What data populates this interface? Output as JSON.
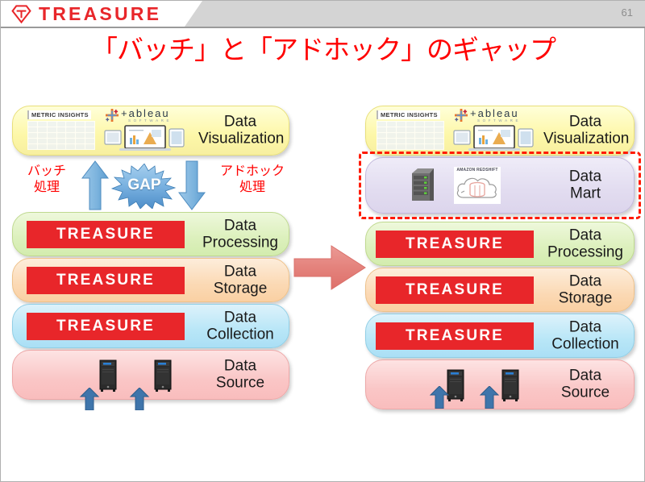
{
  "header": {
    "brand_name": "TREASURE",
    "brand_icon": "treasure-diamond-logo",
    "page_number": "61",
    "brand_color": "#e8262a",
    "band_color": "#d4d4d4"
  },
  "title": {
    "text": "「バッチ」と「アドホック」のギャップ",
    "color": "#ff0000"
  },
  "left_diagram": {
    "caption": "batch vs ad-hoc gap architecture",
    "layers": [
      {
        "id": "visualization",
        "label": "Data\nVisualization",
        "label_line1": "Data",
        "label_line2": "Visualization",
        "color": "#fdf7a8",
        "logos": [
          "METRIC INSIGHTS",
          "tableau"
        ]
      },
      {
        "id": "processing",
        "label_line1": "Data",
        "label_line2": "Processing",
        "color": "#dcf0bc",
        "plate": "TREASURE"
      },
      {
        "id": "storage",
        "label_line1": "Data",
        "label_line2": "Storage",
        "color": "#fbd9b4",
        "plate": "TREASURE"
      },
      {
        "id": "collection",
        "label_line1": "Data",
        "label_line2": "Collection",
        "color": "#b8e6f7",
        "plate": "TREASURE"
      },
      {
        "id": "source",
        "label_line1": "Data",
        "label_line2": "Source",
        "color": "#fac6c6",
        "icons": [
          "server-tower",
          "server-tower"
        ]
      }
    ],
    "gap_band": {
      "left_label_line1": "バッチ",
      "left_label_line2": "処理",
      "right_label_line1": "アドホック",
      "right_label_line2": "処理",
      "burst_text": "GAP",
      "burst_color": "#5b9bd5",
      "label_color": "#ff0000",
      "up_arrow": "arrow-up",
      "down_arrow": "arrow-down"
    }
  },
  "right_diagram": {
    "caption": "architecture with Data Mart added",
    "layers": [
      {
        "id": "visualization",
        "label_line1": "Data",
        "label_line2": "Visualization",
        "color": "#fdf7a8",
        "logos": [
          "METRIC INSIGHTS",
          "tableau"
        ]
      },
      {
        "id": "mart",
        "label_line1": "Data",
        "label_line2": "Mart",
        "color": "#e2dcf0",
        "highlighted": true,
        "highlight_color": "#ff1a00",
        "icons": [
          "server-tower",
          "AMAZON REDSHIFT"
        ]
      },
      {
        "id": "processing",
        "label_line1": "Data",
        "label_line2": "Processing",
        "color": "#dcf0bc",
        "plate": "TREASURE"
      },
      {
        "id": "storage",
        "label_line1": "Data",
        "label_line2": "Storage",
        "color": "#fbd9b4",
        "plate": "TREASURE"
      },
      {
        "id": "collection",
        "label_line1": "Data",
        "label_line2": "Collection",
        "color": "#b8e6f7",
        "plate": "TREASURE"
      },
      {
        "id": "source",
        "label_line1": "Data",
        "label_line2": "Source",
        "color": "#fac6c6",
        "icons": [
          "server-tower",
          "server-tower"
        ]
      }
    ]
  },
  "transform_arrow": {
    "direction": "right",
    "color": "#e88b86"
  },
  "logos": {
    "metric_insights": "METRIC INSIGHTS",
    "tableau_word": "+ableau",
    "tableau_sub": "SOFTWARE",
    "redshift": "AMAZON REDSHIFT",
    "treasure_plate": "TREASURE"
  }
}
